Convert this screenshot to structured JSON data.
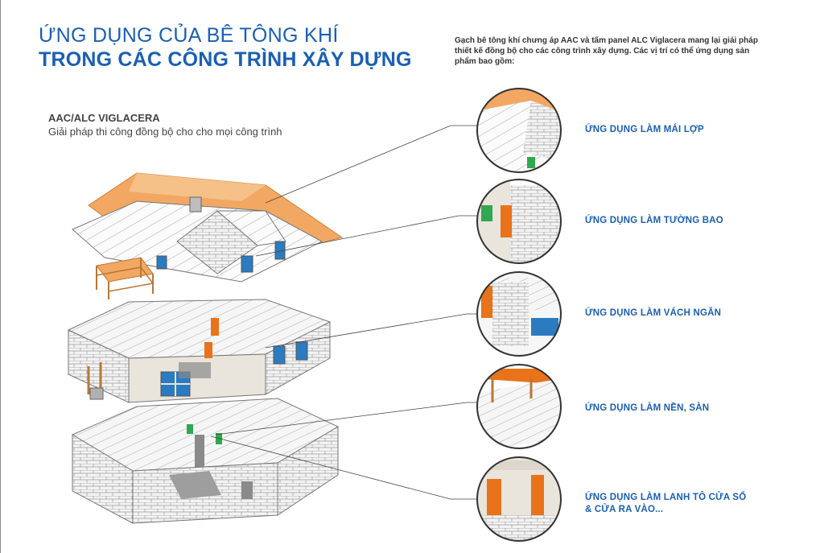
{
  "title": {
    "line1": "ỨNG DỤNG CỦA BÊ TÔNG KHÍ",
    "line2": "TRONG CÁC CÔNG TRÌNH XÂY DỰNG"
  },
  "intro": "Gạch bê tông khí chưng áp AAC và tấm panel ALC Viglacera mang lại giải pháp thiết kế đồng bộ cho các công trình xây dựng. Các vị trí có thể ứng dụng sản phẩm bao gồm:",
  "brand": {
    "name": "AAC/ALC VIGLACERA",
    "tagline": "Giải pháp thi công đồng bộ cho cho mọi công trình"
  },
  "applications": [
    {
      "label": "ỨNG DỤNG LÀM MÁI LỢP",
      "label2": ""
    },
    {
      "label": "ỨNG DỤNG LÀM TƯỜNG BAO",
      "label2": ""
    },
    {
      "label": "ỨNG DỤNG LÀM VÁCH NGĂN",
      "label2": ""
    },
    {
      "label": "ỨNG DỤNG LÀM NỀN, SÀN",
      "label2": ""
    },
    {
      "label": "ỨNG DỤNG LÀM LANH TÔ CỬA SỔ",
      "label2": "& CỬA RA VÀO..."
    }
  ],
  "colors": {
    "accent": "#1a5fb4",
    "roof": "#f2a862",
    "door": "#e8731a",
    "wall": "#e9e4dc",
    "block": "#f4f4f4",
    "window": "#2b7bc0"
  }
}
